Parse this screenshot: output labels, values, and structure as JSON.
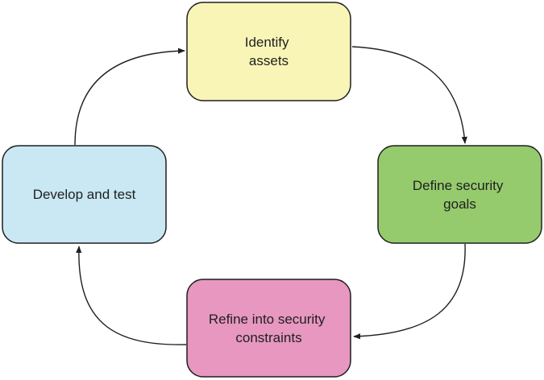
{
  "diagram": {
    "nodes": [
      {
        "id": "identify",
        "lines": [
          "Identify",
          "assets"
        ],
        "color": "#f8f5b7"
      },
      {
        "id": "define",
        "lines": [
          "Define security",
          "goals"
        ],
        "color": "#96cb6d"
      },
      {
        "id": "refine",
        "lines": [
          "Refine into security",
          "constraints"
        ],
        "color": "#e797c0"
      },
      {
        "id": "develop",
        "lines": [
          "Develop and test"
        ],
        "color": "#c9e8f4"
      }
    ],
    "edges": [
      {
        "from": "identify",
        "to": "define"
      },
      {
        "from": "define",
        "to": "refine"
      },
      {
        "from": "refine",
        "to": "develop"
      },
      {
        "from": "develop",
        "to": "identify"
      }
    ]
  }
}
